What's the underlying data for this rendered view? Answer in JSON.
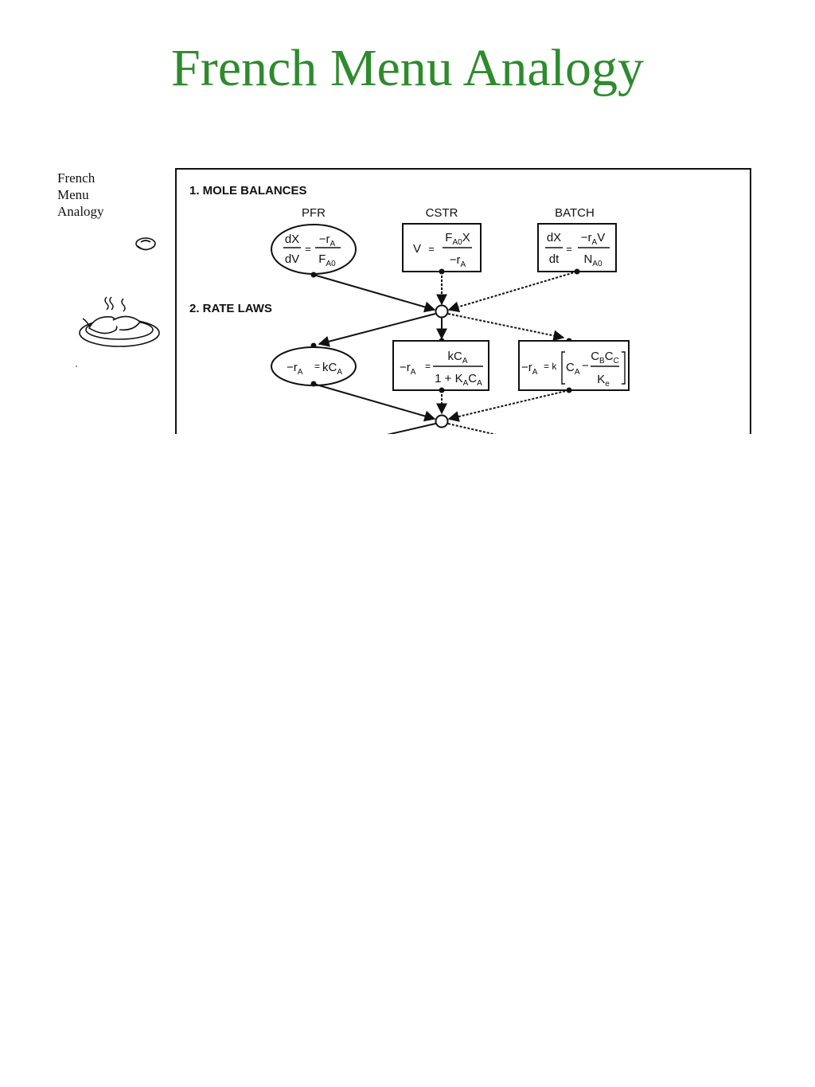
{
  "slide": {
    "title": "French Menu Analogy"
  },
  "side_caption": {
    "line1": "French",
    "line2": "Menu",
    "line3": "Analogy"
  },
  "sections": {
    "mole_balances": "1. MOLE BALANCES",
    "rate_laws": "2. RATE LAWS"
  },
  "reactors": {
    "pfr": {
      "label": "PFR",
      "lhs_num": "dX",
      "lhs_den": "dV",
      "eq": "=",
      "rhs_num_main": "−r",
      "rhs_num_sub": "A",
      "rhs_den_main": "F",
      "rhs_den_sub": "A0"
    },
    "cstr": {
      "label": "CSTR",
      "lhs": "V",
      "eq": "=",
      "rhs_num_f": "F",
      "rhs_num_sub": "A0",
      "rhs_num_x": "X",
      "rhs_den_main": "−r",
      "rhs_den_sub": "A"
    },
    "batch": {
      "label": "BATCH",
      "lhs_num": "dX",
      "lhs_den": "dt",
      "eq": "=",
      "rhs_num_main": "−r",
      "rhs_num_sub": "A",
      "rhs_num_v": "V",
      "rhs_den_main": "N",
      "rhs_den_sub": "A0"
    }
  },
  "rate_laws": {
    "first_order": {
      "lhs_main": "−r",
      "lhs_sub": "A",
      "eq": "=",
      "k": "kC",
      "k_sub": "A"
    },
    "langmuir": {
      "lhs_main": "−r",
      "lhs_sub": "A",
      "eq": "=",
      "num_main": "kC",
      "num_sub": "A",
      "den_one": "1 + K",
      "den_k_sub": "A",
      "den_c": "C",
      "den_c_sub": "A"
    },
    "reversible": {
      "lhs_main": "−r",
      "lhs_sub": "A",
      "eq": "= k",
      "ca": "C",
      "ca_sub": "A",
      "minus": "−",
      "num_cb": "C",
      "num_cb_sub": "B",
      "num_cc": "C",
      "num_cc_sub": "C",
      "den_k": "K",
      "den_k_sub": "e"
    }
  }
}
